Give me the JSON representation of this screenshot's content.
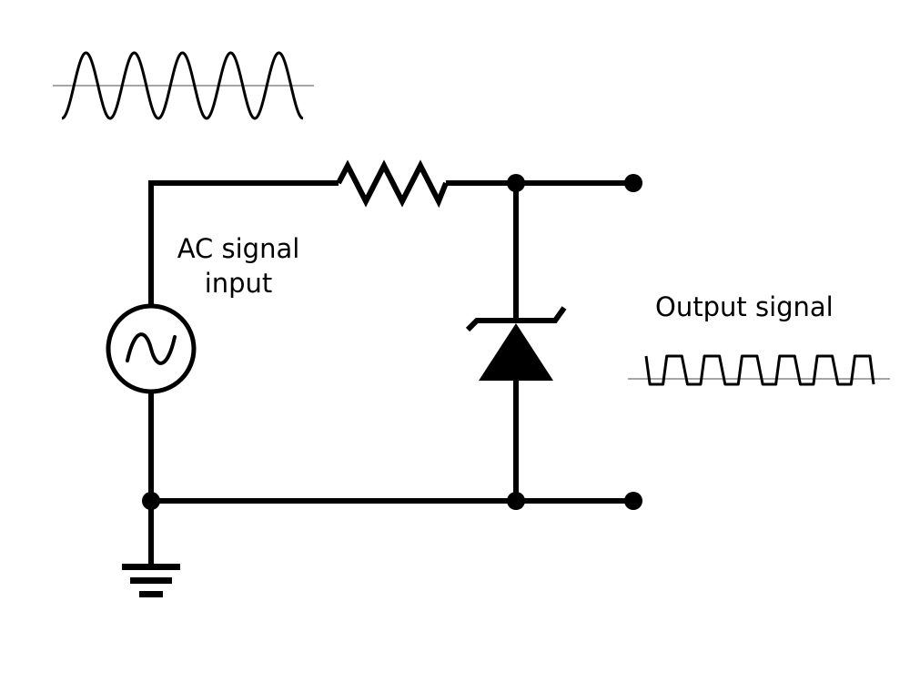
{
  "diagram": {
    "input_label_line1": "AC signal",
    "input_label_line2": "input",
    "output_label": "Output signal"
  },
  "components": {
    "source": "ac-source",
    "resistor": "resistor",
    "diode": "zener-diode",
    "ground": "ground"
  },
  "colors": {
    "line": "#000000",
    "baseline": "#a6a6a6",
    "background": "#ffffff"
  }
}
